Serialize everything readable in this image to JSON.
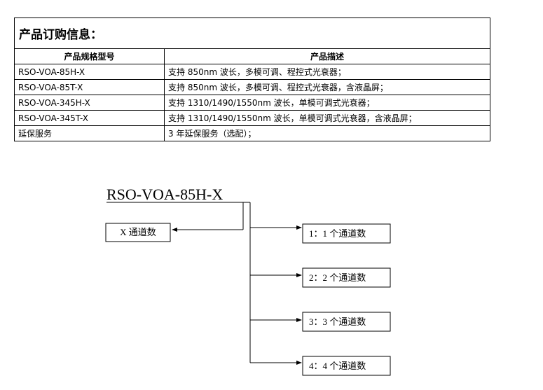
{
  "table": {
    "title": "产品订购信息：",
    "headers": [
      "产品规格型号",
      "产品描述"
    ],
    "rows": [
      [
        "RSO-VOA-85H-X",
        "支持 850nm 波长，多模可调、程控式光衰器；"
      ],
      [
        "RSO-VOA-85T-X",
        "支持 850nm 波长，多模可调、程控式光衰器，含液晶屏；"
      ],
      [
        "RSO-VOA-345H-X",
        "支持 1310/1490/1550nm 波长，单模可调式光衰器；"
      ],
      [
        "RSO-VOA-345T-X",
        "支持 1310/1490/1550nm 波长，单模可调式光衰器，含液晶屏；"
      ],
      [
        "延保服务",
        "3 年延保服务（选配）；"
      ]
    ]
  },
  "diagram": {
    "model": "RSO-VOA-85H-X",
    "source_label": "X 通道数",
    "options": [
      "1：1 个通道数",
      "2：2 个通道数",
      "3：3 个通道数",
      "4：4 个通道数"
    ]
  }
}
